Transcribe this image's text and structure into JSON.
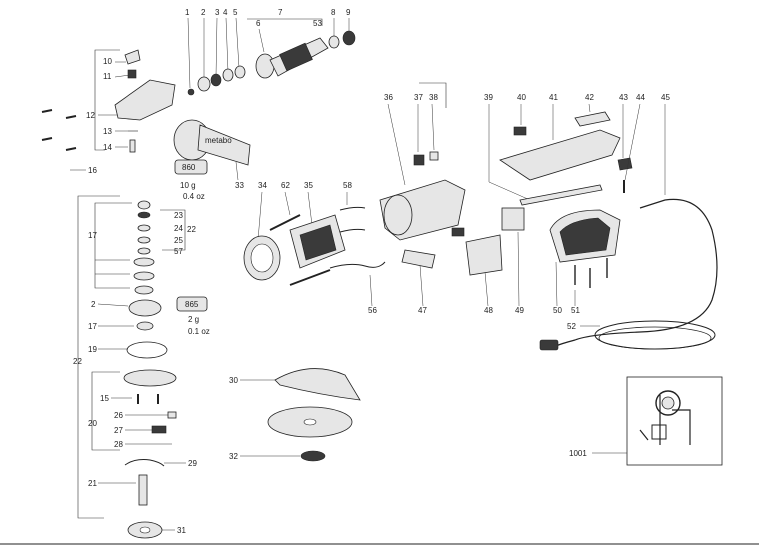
{
  "callouts": {
    "p1": "1",
    "p2": "2",
    "p3": "3",
    "p4": "4",
    "p5": "5",
    "p6": "6",
    "p7": "7",
    "p8": "8",
    "p9": "9",
    "p10": "10",
    "p11": "11",
    "p12": "12",
    "p13": "13",
    "p14": "14",
    "p15": "15",
    "p16": "16",
    "p17": "17",
    "p17b": "17",
    "p19": "19",
    "p2b": "2",
    "p20": "20",
    "p21": "21",
    "p22": "22",
    "p22b": "22",
    "p23": "23",
    "p24": "24",
    "p25": "25",
    "p26": "26",
    "p27": "27",
    "p28": "28",
    "p29": "29",
    "p30": "30",
    "p31": "31",
    "p32": "32",
    "p33": "33",
    "p34": "34",
    "p35": "35",
    "p36": "36",
    "p37": "37",
    "p38": "38",
    "p39": "39",
    "p40": "40",
    "p41": "41",
    "p42": "42",
    "p43": "43",
    "p44": "44",
    "p45": "45",
    "p47": "47",
    "p48": "48",
    "p49": "49",
    "p50": "50",
    "p51": "51",
    "p52": "52",
    "p53": "53",
    "p56": "56",
    "p57": "57",
    "p58": "58",
    "p62": "62",
    "p1001": "1001"
  },
  "grease": {
    "large": {
      "label": "860",
      "weight_g": "10 g",
      "weight_oz": "0.4 oz"
    },
    "small": {
      "label": "865",
      "weight_g": "2 g",
      "weight_oz": "0.1 oz"
    }
  },
  "handle_brand": "metabo"
}
